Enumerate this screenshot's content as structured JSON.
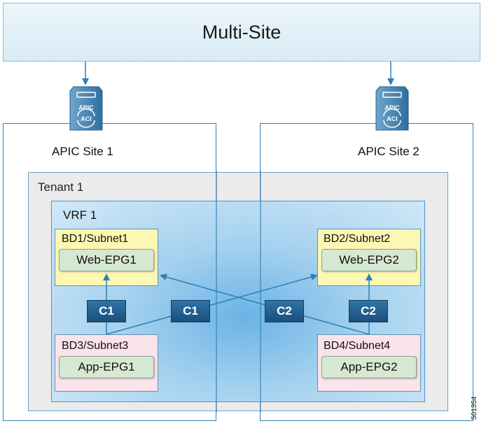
{
  "header": {
    "title": "Multi-Site"
  },
  "sites": [
    {
      "label": "APIC Site 1",
      "icon_text": "APIC",
      "icon_logo": "ACI",
      "icon": "apic-controller-icon"
    },
    {
      "label": "APIC Site 2",
      "icon_text": "APIC",
      "icon_logo": "ACI",
      "icon": "apic-controller-icon"
    }
  ],
  "tenant": {
    "label": "Tenant 1"
  },
  "vrf": {
    "label": "VRF 1"
  },
  "bridge_domains": [
    {
      "label": "BD1/Subnet1",
      "epg": "Web-EPG1",
      "color": "#fdf7b4"
    },
    {
      "label": "BD2/Subnet2",
      "epg": "Web-EPG2",
      "color": "#fdf7b4"
    },
    {
      "label": "BD3/Subnet3",
      "epg": "App-EPG1",
      "color": "#fbe3ec"
    },
    {
      "label": "BD4/Subnet4",
      "epg": "App-EPG2",
      "color": "#fbe3ec"
    }
  ],
  "contracts": [
    "C1",
    "C1",
    "C2",
    "C2"
  ],
  "figure_id": "501354",
  "colors": {
    "site_border": "#2f7fb5",
    "contract": "#1f5a8a",
    "arrow": "#2f7fb5"
  }
}
